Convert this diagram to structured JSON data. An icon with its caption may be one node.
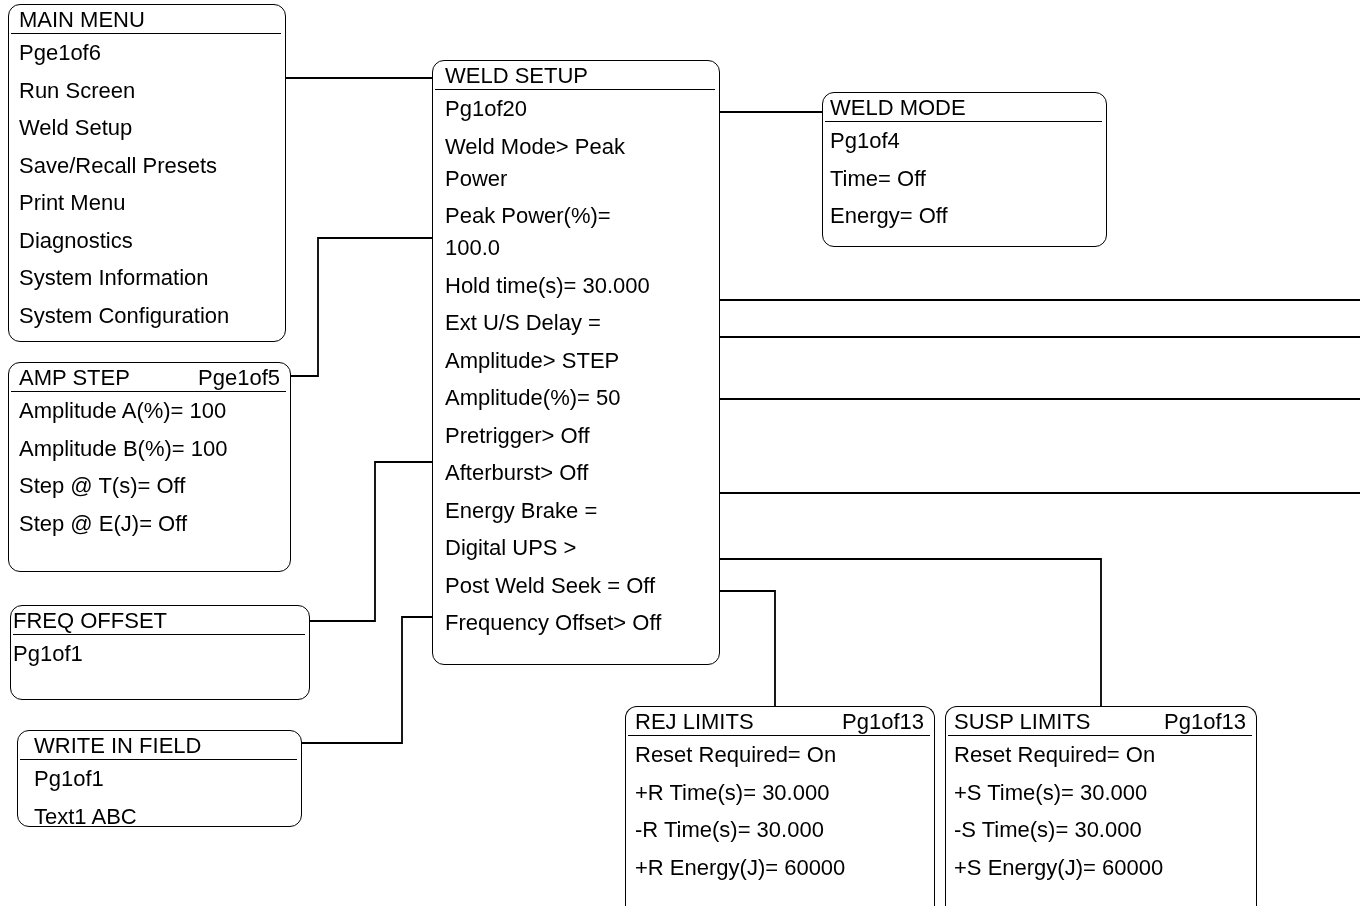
{
  "diagram": {
    "nodes": [
      {
        "text": [
          "MAIN MENU",
          "Pge1of6",
          "Run Screen",
          "Weld Setup",
          "Save/Recall Presets",
          "Print Menu",
          "Diagnostics",
          "System Information",
          "System Configuration"
        ]
      },
      {
        "text": [
          "WELD SETUP",
          "Pg1of20",
          "Weld Mode> Peak Power",
          "Peak Power(%)= 100.0",
          "Hold time(s)= 30.000",
          "Ext U/S Delay =",
          "Amplitude> STEP",
          "Amplitude(%)= 50",
          "Pretrigger> Off",
          "Afterburst> Off",
          "Energy Brake =",
          "Digital UPS >",
          "Post Weld Seek = Off",
          "Frequency Offset> Off"
        ]
      },
      {
        "text": [
          "WELD MODE",
          "Pg1of4",
          "Time= Off",
          "Energy= Off"
        ]
      },
      {
        "text": [
          "AMP STEP",
          "Pge1of5",
          "Amplitude A(%)= 100",
          "Amplitude B(%)= 100",
          "Step @ T(s)= Off",
          "Step @ E(J)= Off"
        ]
      },
      {
        "text": [
          "FREQ OFFSET",
          "Pg1of1"
        ]
      },
      {
        "text": [
          "WRITE IN FIELD",
          "Pg1of1",
          "Text1 ABC"
        ]
      },
      {
        "text": [
          "REJ LIMITS",
          "Pg1of13",
          "Reset Required= On",
          "+R Time(s)= 30.000",
          "-R Time(s)= 30.000",
          "+R Energy(J)= 60000"
        ]
      },
      {
        "text": [
          "SUSP LIMITS",
          "Pg1of13",
          "Reset Required= On",
          "+S Time(s)= 30.000",
          "-S Time(s)= 30.000",
          "+S Energy(J)= 60000"
        ]
      }
    ],
    "edges": [
      {
        "from": 0,
        "to": 1,
        "arrow": "none"
      },
      {
        "from": 1,
        "to": 2,
        "arrow": "none"
      },
      {
        "from": 3,
        "to": 1,
        "arrow": "none"
      },
      {
        "from": 4,
        "to": 1,
        "arrow": "none"
      },
      {
        "from": 5,
        "to": 1,
        "arrow": "none"
      },
      {
        "from": 1,
        "to": 6,
        "arrow": "none"
      },
      {
        "from": 1,
        "to": 7,
        "arrow": "none"
      },
      {
        "from": 1,
        "to": null,
        "arrow": "none"
      },
      {
        "from": 1,
        "to": null,
        "arrow": "none"
      },
      {
        "from": 1,
        "to": null,
        "arrow": "none"
      },
      {
        "from": 1,
        "to": null,
        "arrow": "none"
      }
    ]
  }
}
